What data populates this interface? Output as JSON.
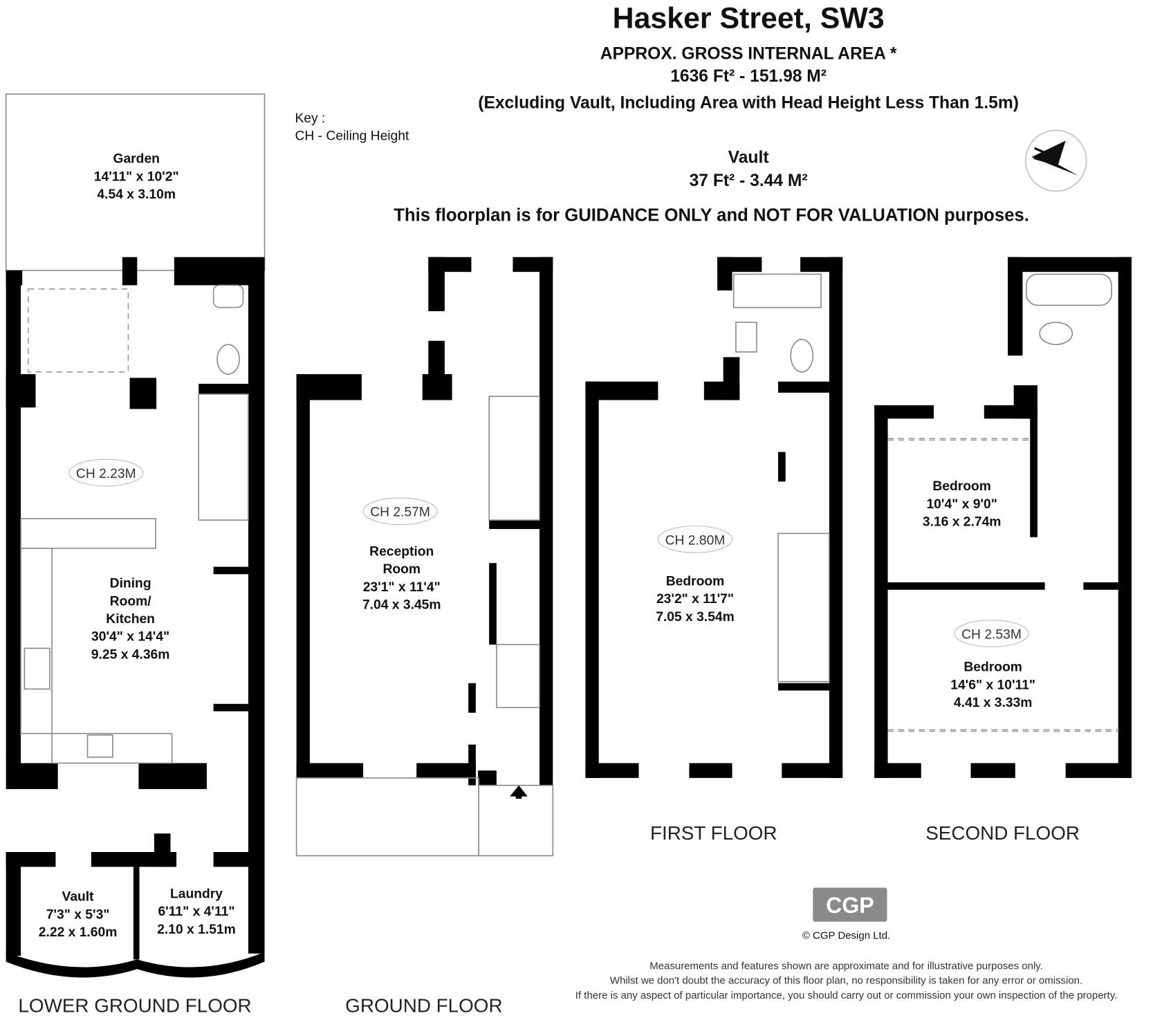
{
  "header": {
    "title": "Hasker Street, SW3",
    "area_heading": "APPROX. GROSS INTERNAL  AREA *",
    "area_value": "1636 Ft² - 151.98 M²",
    "area_note": "(Excluding Vault, Including Area with Head Height Less Than 1.5m)",
    "vault_heading": "Vault",
    "vault_value": "37 Ft² - 3.44 M²",
    "guidance": "This floorplan is for GUIDANCE ONLY and NOT FOR VALUATION purposes."
  },
  "key": {
    "title": "Key :",
    "item": "CH - Ceiling Height"
  },
  "floors": {
    "lower_ground": {
      "label": "LOWER GROUND FLOOR",
      "ch": "CH 2.23M",
      "garden": {
        "name": "Garden",
        "imperial": "14'11\" x 10'2\"",
        "metric": "4.54 x 3.10m"
      },
      "dining": {
        "name1": "Dining",
        "name2": "Room/",
        "name3": "Kitchen",
        "imperial": "30'4\" x 14'4\"",
        "metric": "9.25 x 4.36m"
      },
      "vault": {
        "name": "Vault",
        "imperial": "7'3\" x 5'3\"",
        "metric": "2.22 x 1.60m"
      },
      "laundry": {
        "name": "Laundry",
        "imperial": "6'11\" x 4'11\"",
        "metric": "2.10 x 1.51m"
      }
    },
    "ground": {
      "label": "GROUND FLOOR",
      "ch": "CH 2.57M",
      "reception": {
        "name1": "Reception",
        "name2": "Room",
        "imperial": "23'1\" x 11'4\"",
        "metric": "7.04 x 3.45m"
      }
    },
    "first": {
      "label": "FIRST FLOOR",
      "ch": "CH 2.80M",
      "bedroom": {
        "name": "Bedroom",
        "imperial": "23'2\" x 11'7\"",
        "metric": "7.05 x 3.54m"
      }
    },
    "second": {
      "label": "SECOND FLOOR",
      "ch": "CH 2.53M",
      "bedroom_small": {
        "name": "Bedroom",
        "imperial": "10'4\" x 9'0\"",
        "metric": "3.16 x 2.74m"
      },
      "bedroom_large": {
        "name": "Bedroom",
        "imperial": "14'6\" x 10'11\"",
        "metric": "4.41 x 3.33m"
      }
    }
  },
  "footer": {
    "logo": "CGP",
    "copyright": "© CGP Design Ltd.",
    "disclaimer": [
      "Measurements and features shown are approximate and for illustrative purposes only.",
      "Whilst we don't doubt the accuracy of this floor plan, no responsibility is taken for any error or omission.",
      "If there is any aspect of particular importance, you should carry out or commission your own inspection of the property."
    ]
  },
  "icons": {
    "compass": "north-arrow-icon",
    "entrance": "entrance-arrow-icon"
  }
}
